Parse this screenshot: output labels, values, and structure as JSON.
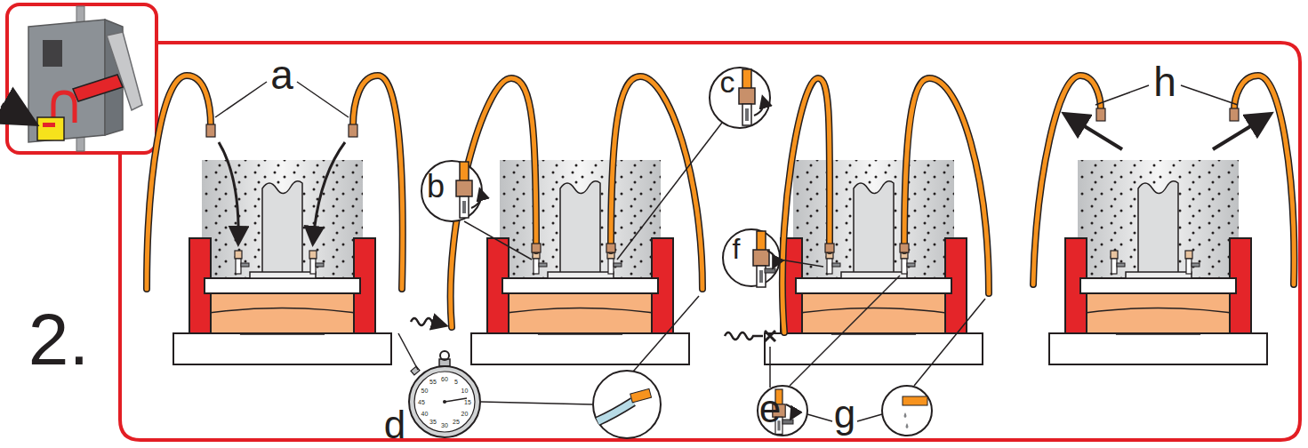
{
  "diagram": {
    "labels": [
      "a",
      "b",
      "c",
      "d",
      "e",
      "f",
      "g",
      "h",
      "2.",
      "60",
      "5",
      "10",
      "15",
      "20",
      "25",
      "30",
      "35",
      "40",
      "45",
      "50",
      "55"
    ]
  }
}
